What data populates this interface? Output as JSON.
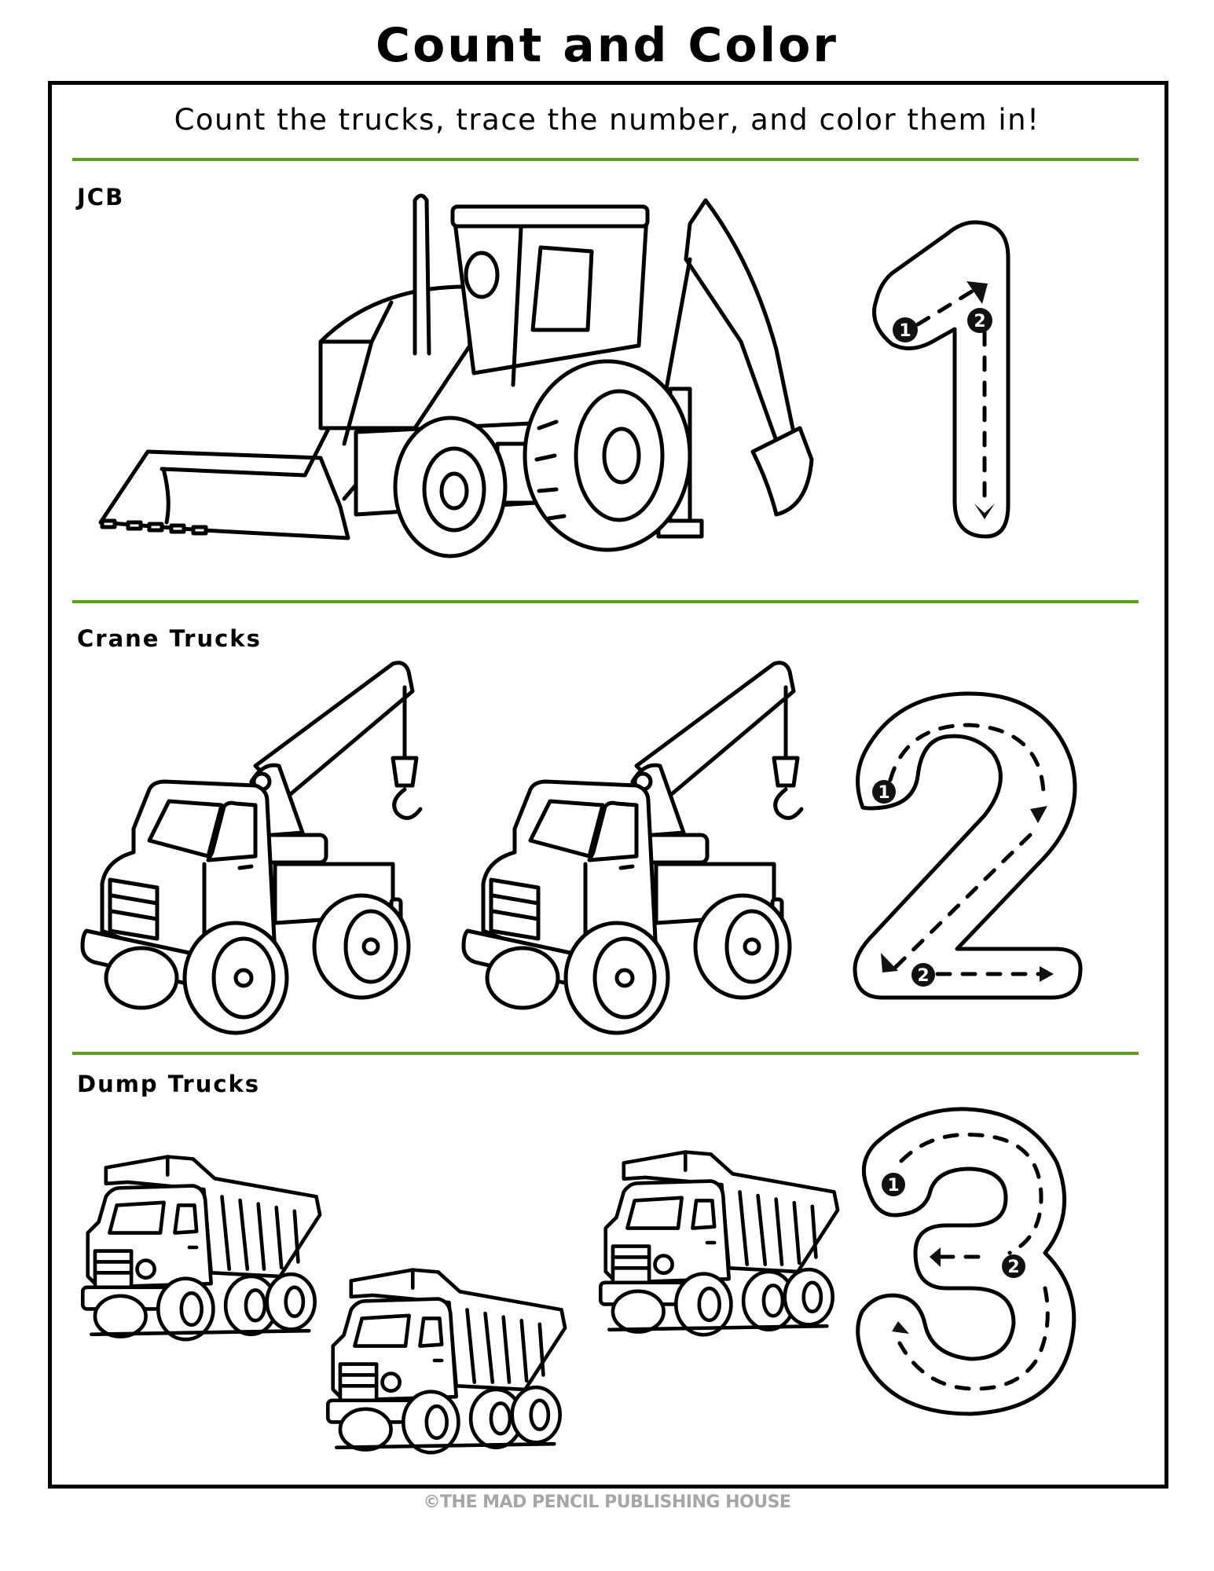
{
  "page": {
    "title": "Count and Color",
    "instructions": "Count the trucks, trace the number, and color them in!",
    "accent_color": "#5aa310",
    "footer": "©THE MAD PENCIL PUBLISHING HOUSE"
  },
  "sections": [
    {
      "label": "JCB",
      "vehicle": "backhoe-loader",
      "count": 1,
      "trace_number": "1",
      "stroke_steps": [
        "1",
        "2"
      ]
    },
    {
      "label": "Crane Trucks",
      "vehicle": "crane-truck",
      "count": 2,
      "trace_number": "2",
      "stroke_steps": [
        "1",
        "2"
      ]
    },
    {
      "label": "Dump Trucks",
      "vehicle": "dump-truck",
      "count": 3,
      "trace_number": "3",
      "stroke_steps": [
        "1",
        "2"
      ]
    }
  ]
}
